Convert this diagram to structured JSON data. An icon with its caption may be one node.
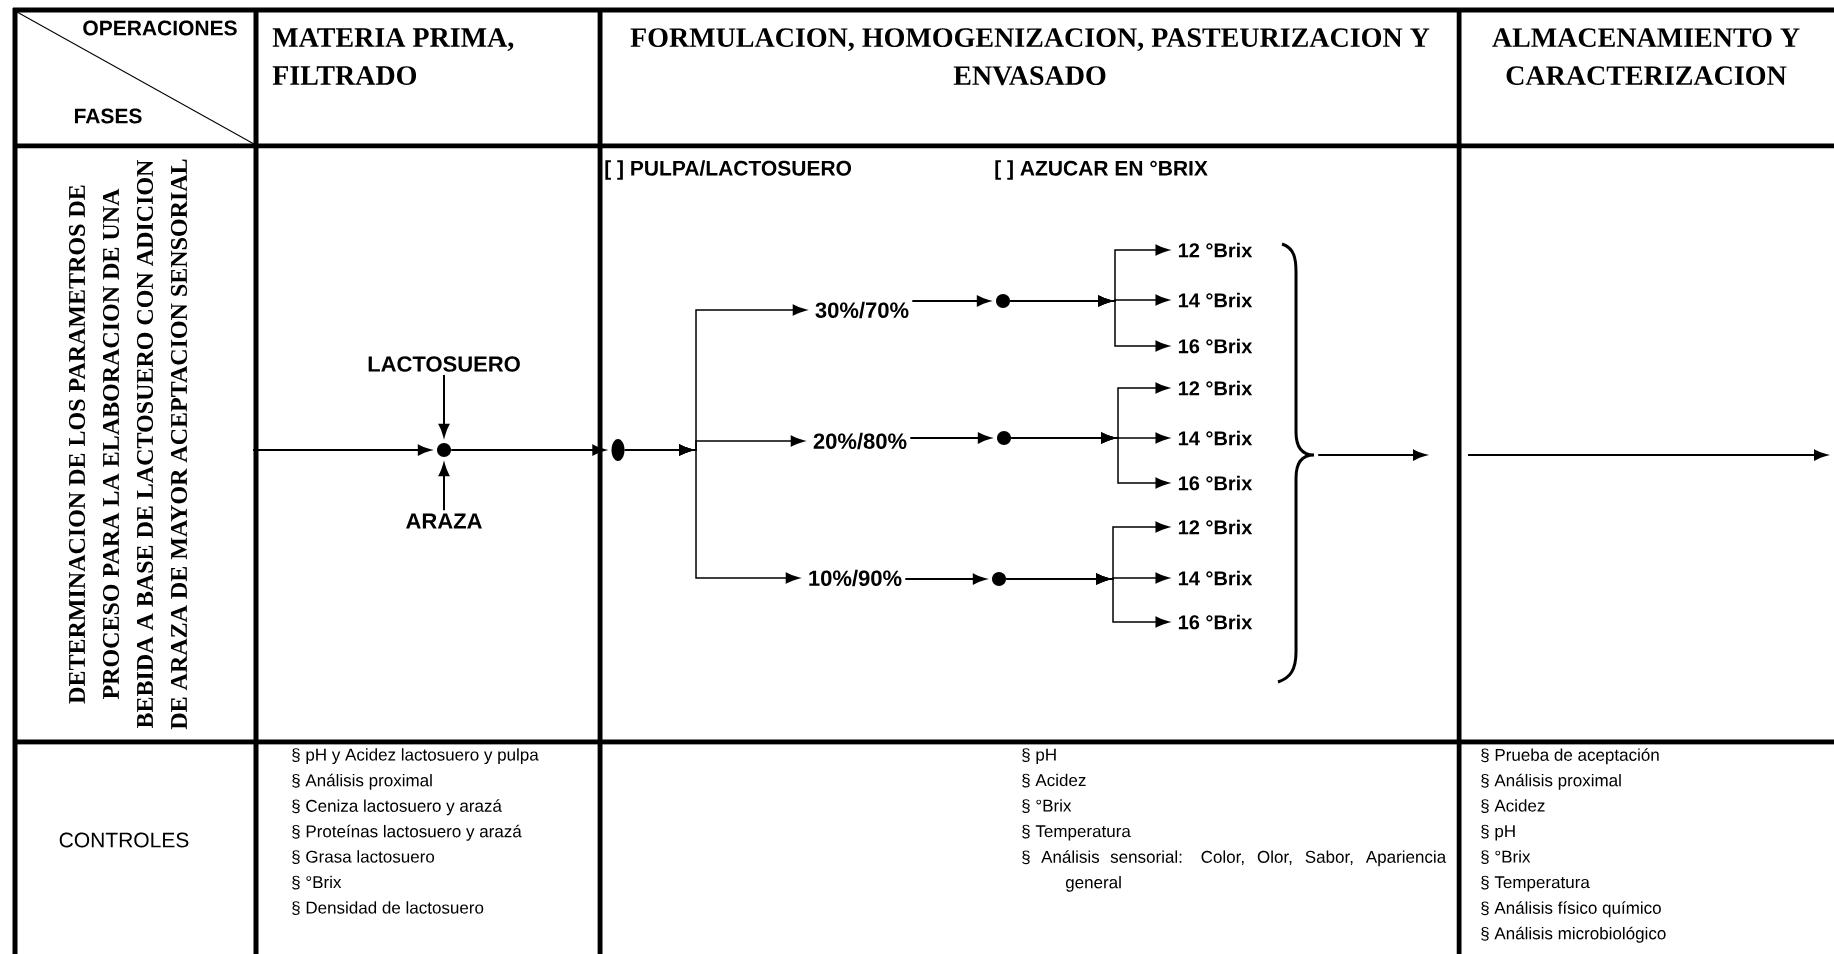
{
  "diagram": {
    "nodes": [
      {
        "text": [
          "LACTOSUERO"
        ]
      },
      {
        "text": [
          "ARAZA"
        ]
      },
      {
        "text": [],
        "shape": "circle"
      },
      {
        "text": [],
        "shape": "ellipse"
      },
      {
        "text": [
          "30%/70%"
        ]
      },
      {
        "text": [
          "20%/80%"
        ]
      },
      {
        "text": [
          "10%/90%"
        ]
      },
      {
        "text": [],
        "shape": "circle"
      },
      {
        "text": [],
        "shape": "circle"
      },
      {
        "text": [],
        "shape": "circle"
      },
      {
        "text": [
          "12 °Brix"
        ]
      },
      {
        "text": [
          "14 °Brix"
        ]
      },
      {
        "text": [
          "16 °Brix"
        ]
      },
      {
        "text": [
          "12 °Brix"
        ]
      },
      {
        "text": [
          "14 °Brix"
        ]
      },
      {
        "text": [
          "16 °Brix"
        ]
      },
      {
        "text": [
          "12 °Brix"
        ]
      },
      {
        "text": [
          "14 °Brix"
        ]
      },
      {
        "text": [
          "16 °Brix"
        ]
      },
      {
        "text": [],
        "shape": "brace"
      }
    ],
    "edges": [
      {
        "from": null,
        "to": 2,
        "arrow": "to"
      },
      {
        "from": 0,
        "to": 2,
        "arrow": "to"
      },
      {
        "from": 1,
        "to": 2,
        "arrow": "to"
      },
      {
        "from": 2,
        "to": 3,
        "arrow": "to"
      },
      {
        "from": 3,
        "to": 4,
        "arrow": "to"
      },
      {
        "from": 3,
        "to": 5,
        "arrow": "to"
      },
      {
        "from": 3,
        "to": 6,
        "arrow": "to"
      },
      {
        "from": 4,
        "to": 7,
        "arrow": "to"
      },
      {
        "from": 5,
        "to": 8,
        "arrow": "to"
      },
      {
        "from": 6,
        "to": 9,
        "arrow": "to"
      },
      {
        "from": 7,
        "to": 10,
        "arrow": "to"
      },
      {
        "from": 7,
        "to": 11,
        "arrow": "to"
      },
      {
        "from": 7,
        "to": 12,
        "arrow": "to"
      },
      {
        "from": 8,
        "to": 13,
        "arrow": "to"
      },
      {
        "from": 8,
        "to": 14,
        "arrow": "to"
      },
      {
        "from": 8,
        "to": 15,
        "arrow": "to"
      },
      {
        "from": 9,
        "to": 16,
        "arrow": "to"
      },
      {
        "from": 9,
        "to": 17,
        "arrow": "to"
      },
      {
        "from": 9,
        "to": 18,
        "arrow": "to"
      },
      {
        "from": 19,
        "to": null,
        "arrow": "to"
      }
    ],
    "labels": [
      "OPERACIONES",
      "FASES",
      "MATERIA PRIMA, FILTRADO",
      "FORMULACION, HOMOGENIZACION, PASTEURIZACION Y ENVASADO",
      "ALMACENAMIENTO Y CARACTERIZACION",
      "DETERMINACION DE LOS PARAMETROS DE PROCESO PARA LA ELABORACION DE UNA BEBIDA A BASE DE LACTOSUERO CON ADICION DE ARAZA DE MAYOR ACEPTACION SENSORIAL",
      "[ ] PULPA/LACTOSUERO",
      "[ ] AZUCAR EN °BRIX",
      "CONTROLES",
      "§ pH y Acidez lactosuero y pulpa",
      "§ Análisis proximal",
      "§ Ceniza lactosuero y arazá",
      "§ Proteínas lactosuero y arazá",
      "§ Grasa lactosuero",
      "§ °Brix",
      "§ Densidad de lactosuero",
      "§ pH",
      "§ Acidez",
      "§ °Brix",
      "§ Temperatura",
      "§ Análisis sensorial: Color, Olor, Sabor, Apariencia general",
      "§ Prueba de aceptación",
      "§ Análisis proximal",
      "§ Acidez",
      "§ pH",
      "§ °Brix",
      "§ Temperatura",
      "§ Análisis físico químico",
      "§ Análisis microbiológico"
    ]
  }
}
